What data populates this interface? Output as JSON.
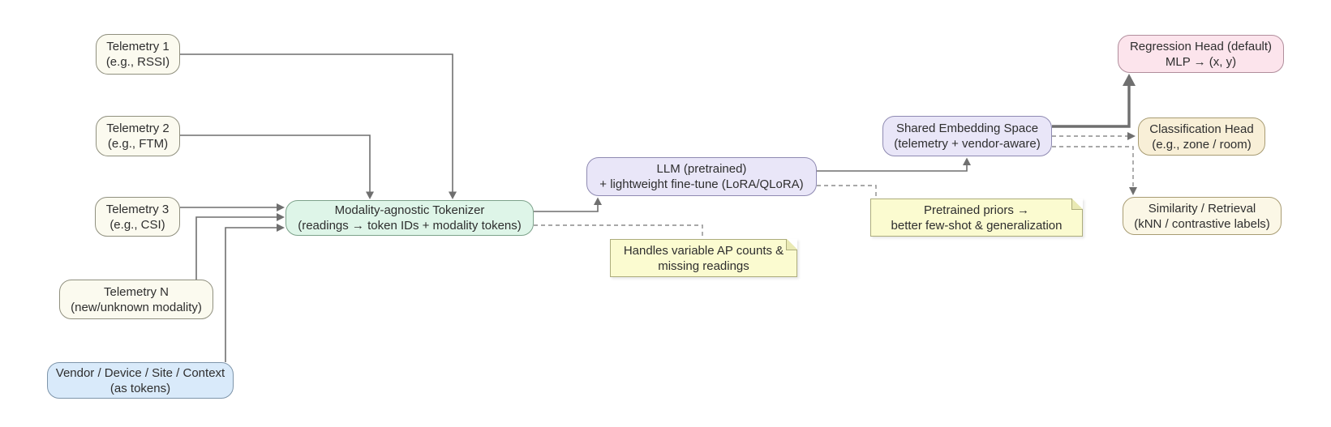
{
  "diagram_type": "flowchart",
  "nodes": {
    "telemetry1": {
      "line1": "Telemetry 1",
      "line2": "(e.g., RSSI)"
    },
    "telemetry2": {
      "line1": "Telemetry 2",
      "line2": "(e.g., FTM)"
    },
    "telemetry3": {
      "line1": "Telemetry 3",
      "line2": "(e.g., CSI)"
    },
    "telemetryN": {
      "line1": "Telemetry N",
      "line2": "(new/unknown modality)"
    },
    "vendor": {
      "line1": "Vendor / Device / Site / Context",
      "line2": "(as tokens)"
    },
    "tokenizer": {
      "line1": "Modality-agnostic Tokenizer",
      "line2": "(readings → token IDs + modality tokens)"
    },
    "llm": {
      "line1": "LLM (pretrained)",
      "line2": "+ lightweight fine-tune (LoRA/QLoRA)"
    },
    "embedding": {
      "line1": "Shared Embedding Space",
      "line2": "(telemetry + vendor-aware)"
    },
    "regression": {
      "line1": "Regression Head (default)",
      "line2": "MLP → (x, y)"
    },
    "classification": {
      "line1": "Classification Head",
      "line2": "(e.g., zone / room)"
    },
    "similarity": {
      "line1": "Similarity / Retrieval",
      "line2": "(kNN / contrastive labels)"
    }
  },
  "notes": {
    "variable_ap": {
      "line1": "Handles variable AP counts &",
      "line2": "missing readings"
    },
    "pretrained_priors": {
      "line1": "Pretrained priors →",
      "line2": "better few-shot & generalization"
    }
  },
  "edges": [
    {
      "from": "telemetry1",
      "to": "tokenizer",
      "style": "solid"
    },
    {
      "from": "telemetry2",
      "to": "tokenizer",
      "style": "solid"
    },
    {
      "from": "telemetry3",
      "to": "tokenizer",
      "style": "solid"
    },
    {
      "from": "telemetryN",
      "to": "tokenizer",
      "style": "solid"
    },
    {
      "from": "vendor",
      "to": "tokenizer",
      "style": "solid"
    },
    {
      "from": "tokenizer",
      "to": "llm",
      "style": "solid"
    },
    {
      "from": "tokenizer",
      "to": "note-variable-ap",
      "style": "dashed"
    },
    {
      "from": "llm",
      "to": "embedding",
      "style": "solid"
    },
    {
      "from": "llm",
      "to": "note-pretrained-priors",
      "style": "dashed"
    },
    {
      "from": "embedding",
      "to": "regression",
      "style": "thick"
    },
    {
      "from": "embedding",
      "to": "classification",
      "style": "dashed"
    },
    {
      "from": "embedding",
      "to": "similarity",
      "style": "dashed"
    }
  ],
  "colors": {
    "background": "#ffffff",
    "telemetry_fill": "#fbfaef",
    "vendor_fill": "#d9eafa",
    "tokenizer_fill": "#def5e8",
    "llm_fill": "#e9e6f8",
    "embedding_fill": "#e9e6f8",
    "regression_fill": "#fce4ec",
    "classification_fill": "#f8efd7",
    "similarity_fill": "#fbf7e6",
    "note_fill": "#fbfbd0",
    "edge_stroke": "#6f6f6f",
    "text": "#2e2e2e"
  }
}
